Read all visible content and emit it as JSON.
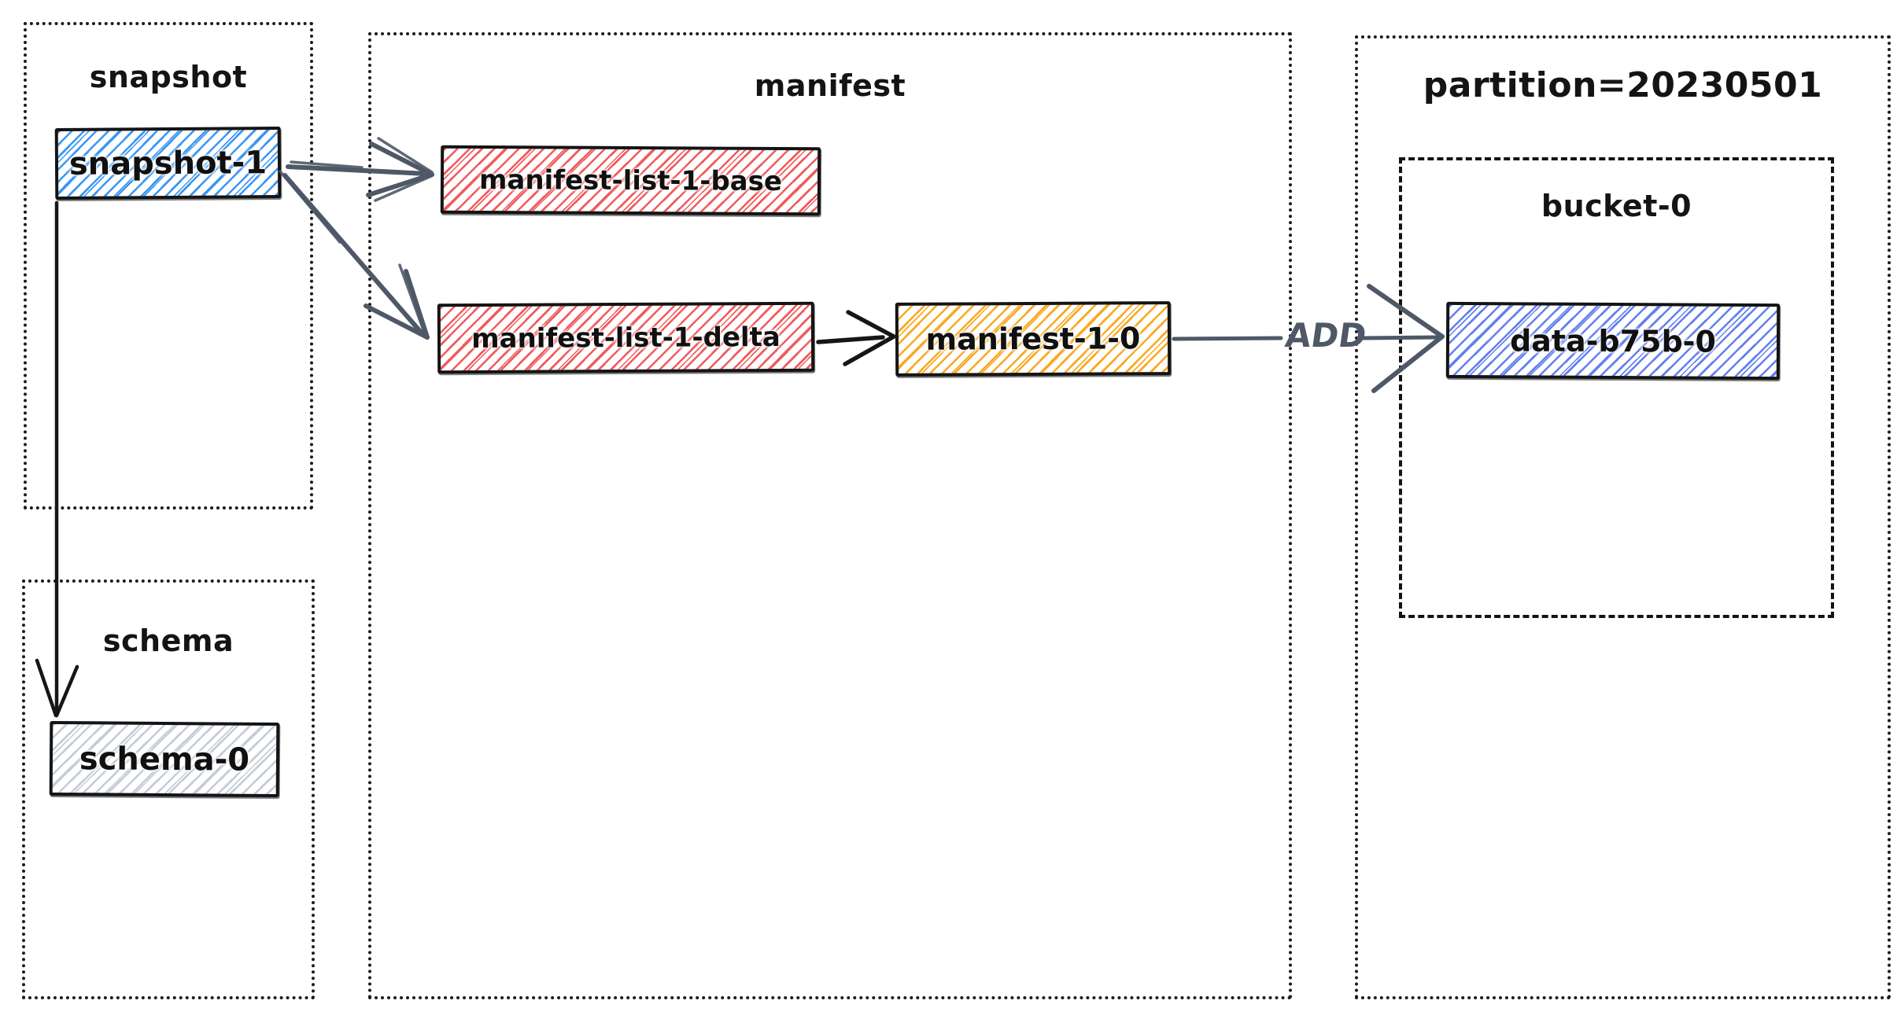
{
  "containers": {
    "snapshot": {
      "label": "snapshot"
    },
    "schema": {
      "label": "schema"
    },
    "manifest": {
      "label": "manifest"
    },
    "partition": {
      "label": "partition=20230501"
    },
    "bucket": {
      "label": "bucket-0"
    }
  },
  "nodes": {
    "snapshot1": {
      "label": "snapshot-1",
      "hatch_color": "#3a97f2"
    },
    "schema0": {
      "label": "schema-0",
      "hatch_color": "#c4ccd6"
    },
    "manifest_list_base": {
      "label": "manifest-list-1-base",
      "hatch_color": "#f15b5d"
    },
    "manifest_list_delta": {
      "label": "manifest-list-1-delta",
      "hatch_color": "#f15b5d"
    },
    "manifest_1_0": {
      "label": "manifest-1-0",
      "hatch_color": "#f9a91f"
    },
    "data_b75b_0": {
      "label": "data-b75b-0",
      "hatch_color": "#6380ee"
    }
  },
  "edges": {
    "add_label": "ADD",
    "gray_arrow_color": "#4e5866",
    "black_arrow_color": "#161616",
    "box_border_color": "#141414"
  }
}
